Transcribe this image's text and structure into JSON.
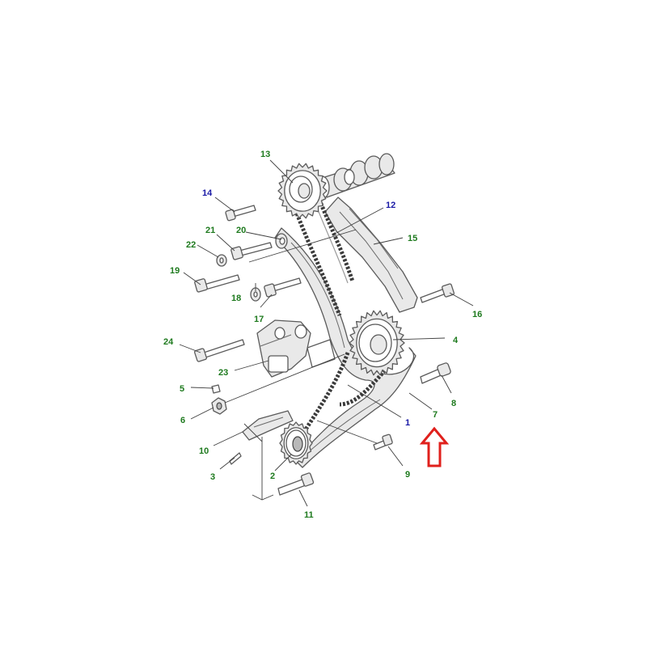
{
  "labels": {
    "p1": {
      "text": "1",
      "color": "#1a1aa6"
    },
    "p2": {
      "text": "2",
      "color": "#1e7a1e"
    },
    "p3": {
      "text": "3",
      "color": "#1e7a1e"
    },
    "p4": {
      "text": "4",
      "color": "#1e7a1e"
    },
    "p5": {
      "text": "5",
      "color": "#1e7a1e"
    },
    "p6": {
      "text": "6",
      "color": "#1e7a1e"
    },
    "p7": {
      "text": "7",
      "color": "#1e7a1e"
    },
    "p8": {
      "text": "8",
      "color": "#1e7a1e"
    },
    "p9": {
      "text": "9",
      "color": "#1e7a1e"
    },
    "p10": {
      "text": "10",
      "color": "#1e7a1e"
    },
    "p11": {
      "text": "11",
      "color": "#1e7a1e"
    },
    "p12": {
      "text": "12",
      "color": "#1a1aa6"
    },
    "p13": {
      "text": "13",
      "color": "#1e7a1e"
    },
    "p14": {
      "text": "14",
      "color": "#1a1aa6"
    },
    "p15": {
      "text": "15",
      "color": "#1e7a1e"
    },
    "p16": {
      "text": "16",
      "color": "#1e7a1e"
    },
    "p17": {
      "text": "17",
      "color": "#1e7a1e"
    },
    "p18": {
      "text": "18",
      "color": "#1e7a1e"
    },
    "p19": {
      "text": "19",
      "color": "#1e7a1e"
    },
    "p20": {
      "text": "20",
      "color": "#1e7a1e"
    },
    "p21": {
      "text": "21",
      "color": "#1e7a1e"
    },
    "p22": {
      "text": "22",
      "color": "#1e7a1e"
    },
    "p23": {
      "text": "23",
      "color": "#1e7a1e"
    },
    "p24": {
      "text": "24",
      "color": "#1e7a1e"
    }
  },
  "highlight_arrow": {
    "color": "#e0201c",
    "direction": "up",
    "points_to": "7"
  },
  "icons": {
    "highlight": "arrow-up-outline-icon"
  }
}
